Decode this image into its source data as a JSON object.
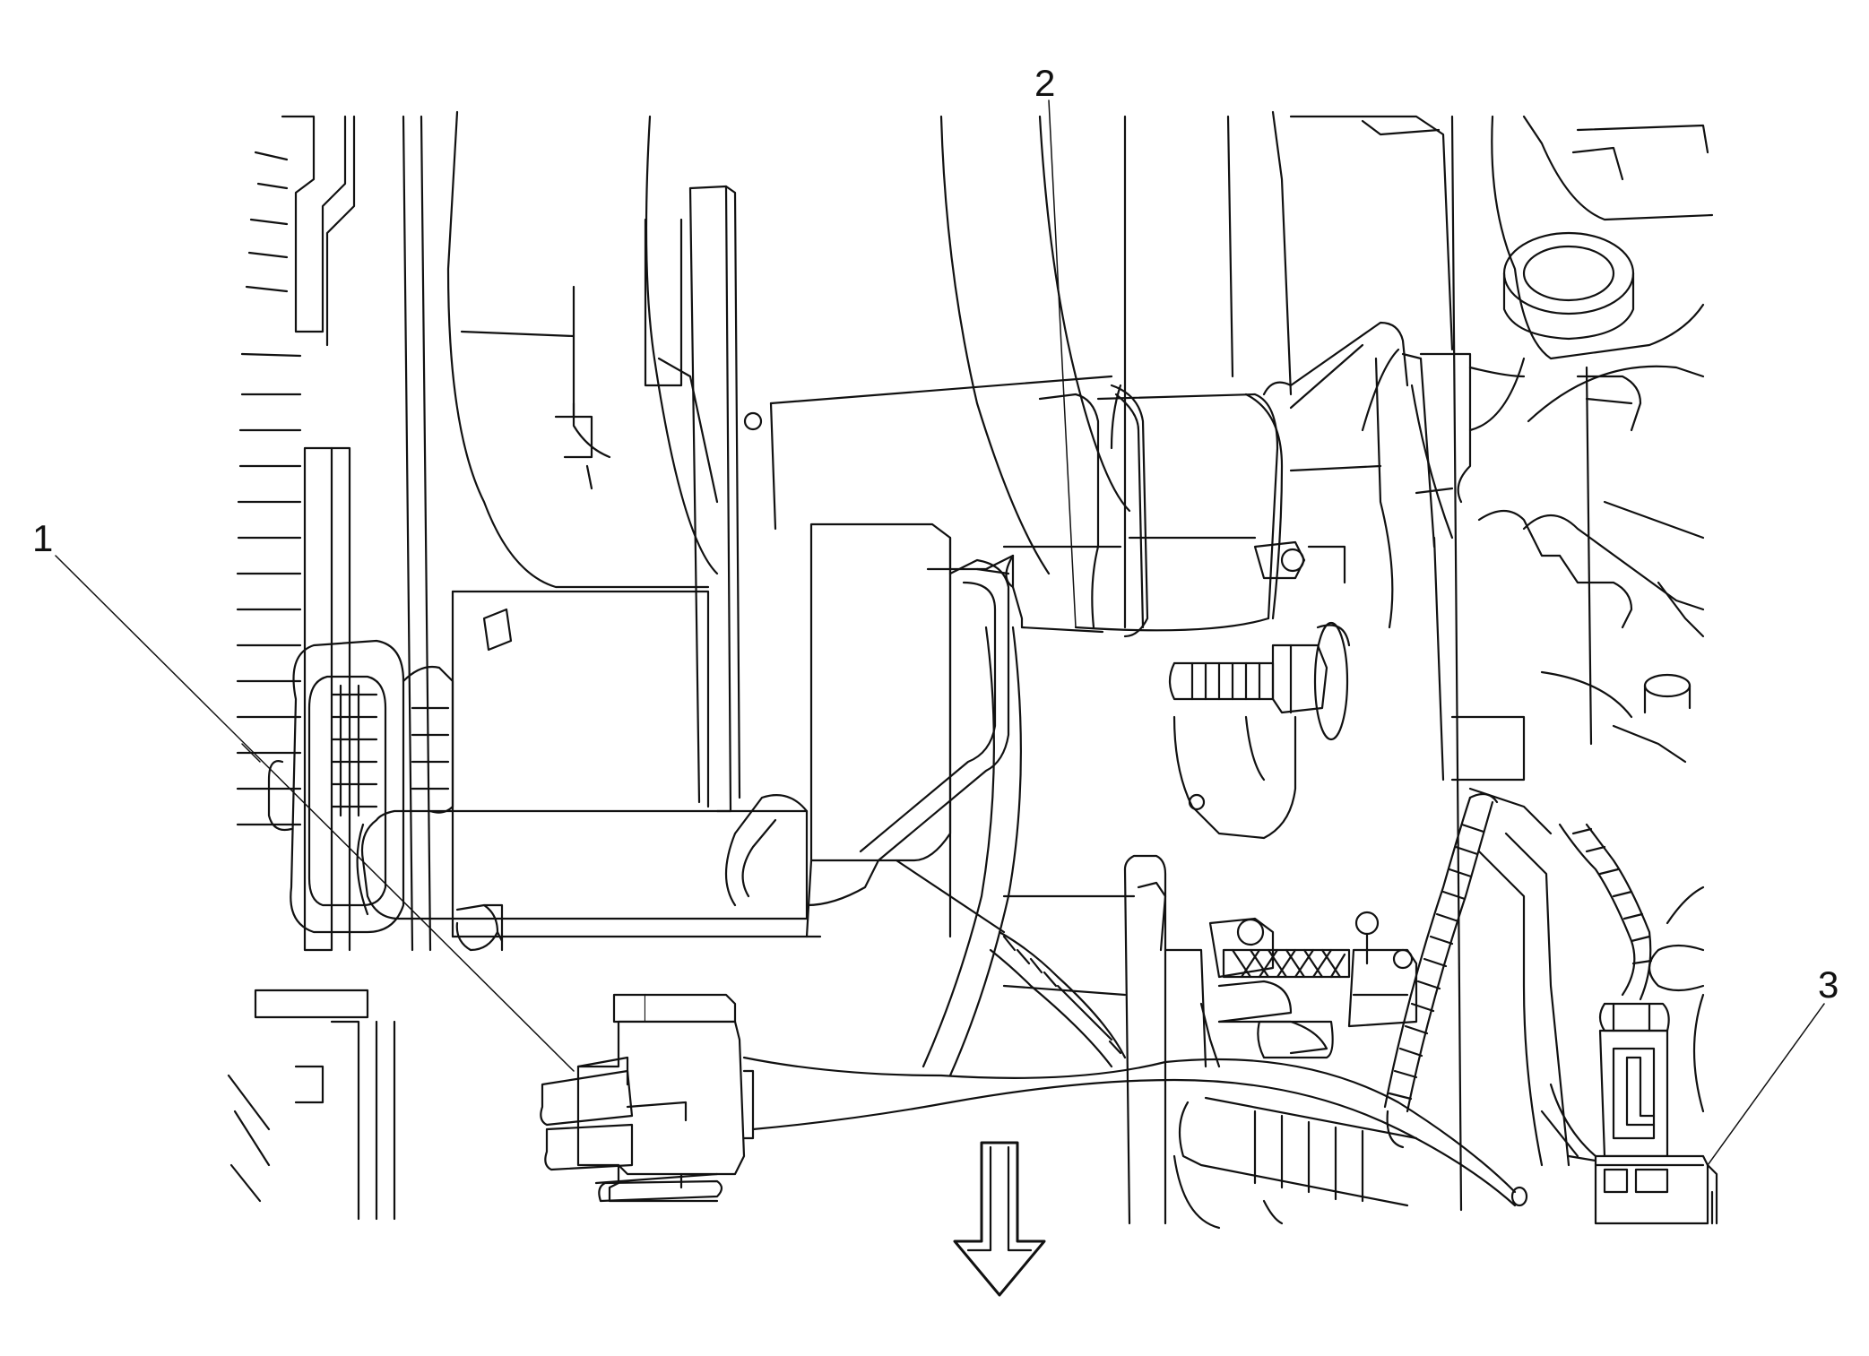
{
  "diagram": {
    "callouts": [
      {
        "id": "1",
        "label": "1"
      },
      {
        "id": "2",
        "label": "2"
      },
      {
        "id": "3",
        "label": "3"
      }
    ],
    "direction_arrow": "down-arrow-icon"
  }
}
